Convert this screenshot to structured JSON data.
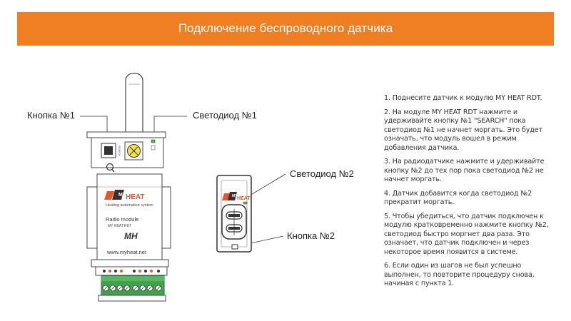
{
  "header": {
    "title": "Подключение беспроводного датчика"
  },
  "labels": {
    "button1": "Кнопка №1",
    "led1": "Светодиод №1",
    "led2": "Светодиод №2",
    "button2": "Кнопка №2"
  },
  "module": {
    "brand_my": "MY",
    "brand_heat": "HEAT",
    "tagline": "Heating automation system",
    "name": "Radio module",
    "model": "MY HEAT RDT",
    "logo_text": "MH",
    "website": "www.myheat.net",
    "search_label": "SEARCH"
  },
  "sensor": {
    "brand_my": "MY",
    "brand_heat": "HEAT"
  },
  "steps": [
    "1. Поднесите датчик к модулю MY HEAT RDT.",
    "2. На модуле MY HEAT RDT нажмите и удерживайте кнопку №1 \"SEARCH\" пока светодиод №1 не начнет моргать. Это будет означать, что модуль вошел в режим добавления датчика.",
    "3. На радиодатчике нажмите и удерживайте кнопку №2 до тех пор пока светодиод №2 не начнет моргать.",
    "4. Датчик добавится когда светодиод №2 прекратит моргать.",
    "5. Чтобы убедиться, что датчик подключен к модулю кратковременно нажмите кнопку №2, светодиод быстро моргнет два раза. Это означает, что датчик подключен и через некоторое время появится в системе.",
    "6. Если один из шагов не был успешно выполнен, то повторите процедуру снова, начиная с пункта 1."
  ],
  "colors": {
    "banner": "#f07f24",
    "terminal_green": "#3fa34d",
    "brand_orange": "#e4572e",
    "led_green": "#57b947"
  }
}
